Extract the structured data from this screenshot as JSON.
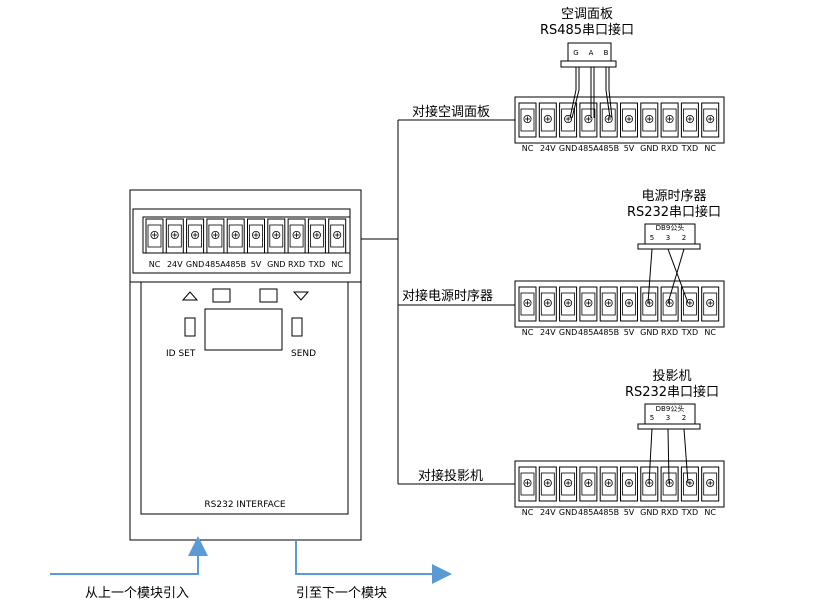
{
  "pin_labels": [
    "NC",
    "24V",
    "GND",
    "485A",
    "485B",
    "5V",
    "GND",
    "RXD",
    "TXD",
    "NC"
  ],
  "module": {
    "btn_id_set": "ID SET",
    "btn_send": "SEND",
    "interface_label": "RS232 INTERFACE"
  },
  "branches": {
    "ac": "对接空调面板",
    "power": "对接电源时序器",
    "projector": "对接投影机"
  },
  "ac_plug": {
    "title": "空调面板",
    "subtitle": "RS485串口接口",
    "pins": [
      "G",
      "A",
      "B"
    ]
  },
  "power_plug": {
    "title": "电源时序器",
    "subtitle": "RS232串口接口",
    "db9": "DB9公头",
    "pins": [
      "5",
      "3",
      "2"
    ]
  },
  "projector_plug": {
    "title": "投影机",
    "subtitle": "RS232串口接口",
    "db9": "DB9公头",
    "pins": [
      "5",
      "3",
      "2"
    ]
  },
  "arrows": {
    "in_label": "从上一个模块引入",
    "out_label": "引至下一个模块",
    "color": "#5b9bd5"
  }
}
